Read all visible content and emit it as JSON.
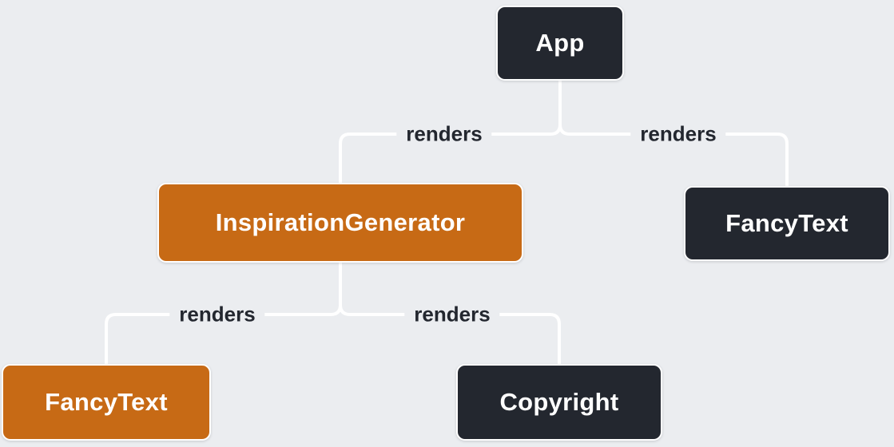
{
  "diagram": {
    "type": "component-render-tree",
    "nodes": [
      {
        "id": "app",
        "label": "App",
        "variant": "dark"
      },
      {
        "id": "inspiration-generator",
        "label": "InspirationGenerator",
        "variant": "orange"
      },
      {
        "id": "fancy-text-top",
        "label": "FancyText",
        "variant": "dark"
      },
      {
        "id": "fancy-text-bottom",
        "label": "FancyText",
        "variant": "orange"
      },
      {
        "id": "copyright",
        "label": "Copyright",
        "variant": "dark"
      }
    ],
    "edges": [
      {
        "from": "App",
        "to": "InspirationGenerator",
        "label": "renders"
      },
      {
        "from": "App",
        "to": "FancyText",
        "label": "renders"
      },
      {
        "from": "InspirationGenerator",
        "to": "FancyText",
        "label": "renders"
      },
      {
        "from": "InspirationGenerator",
        "to": "Copyright",
        "label": "renders"
      }
    ],
    "colors": {
      "dark_node": "#23272f",
      "orange_node": "#c76a15",
      "node_text": "#ffffff",
      "node_border": "#ffffff",
      "line": "#ffffff",
      "edge_label_text": "#23272f",
      "background": "#ebedf0"
    }
  }
}
